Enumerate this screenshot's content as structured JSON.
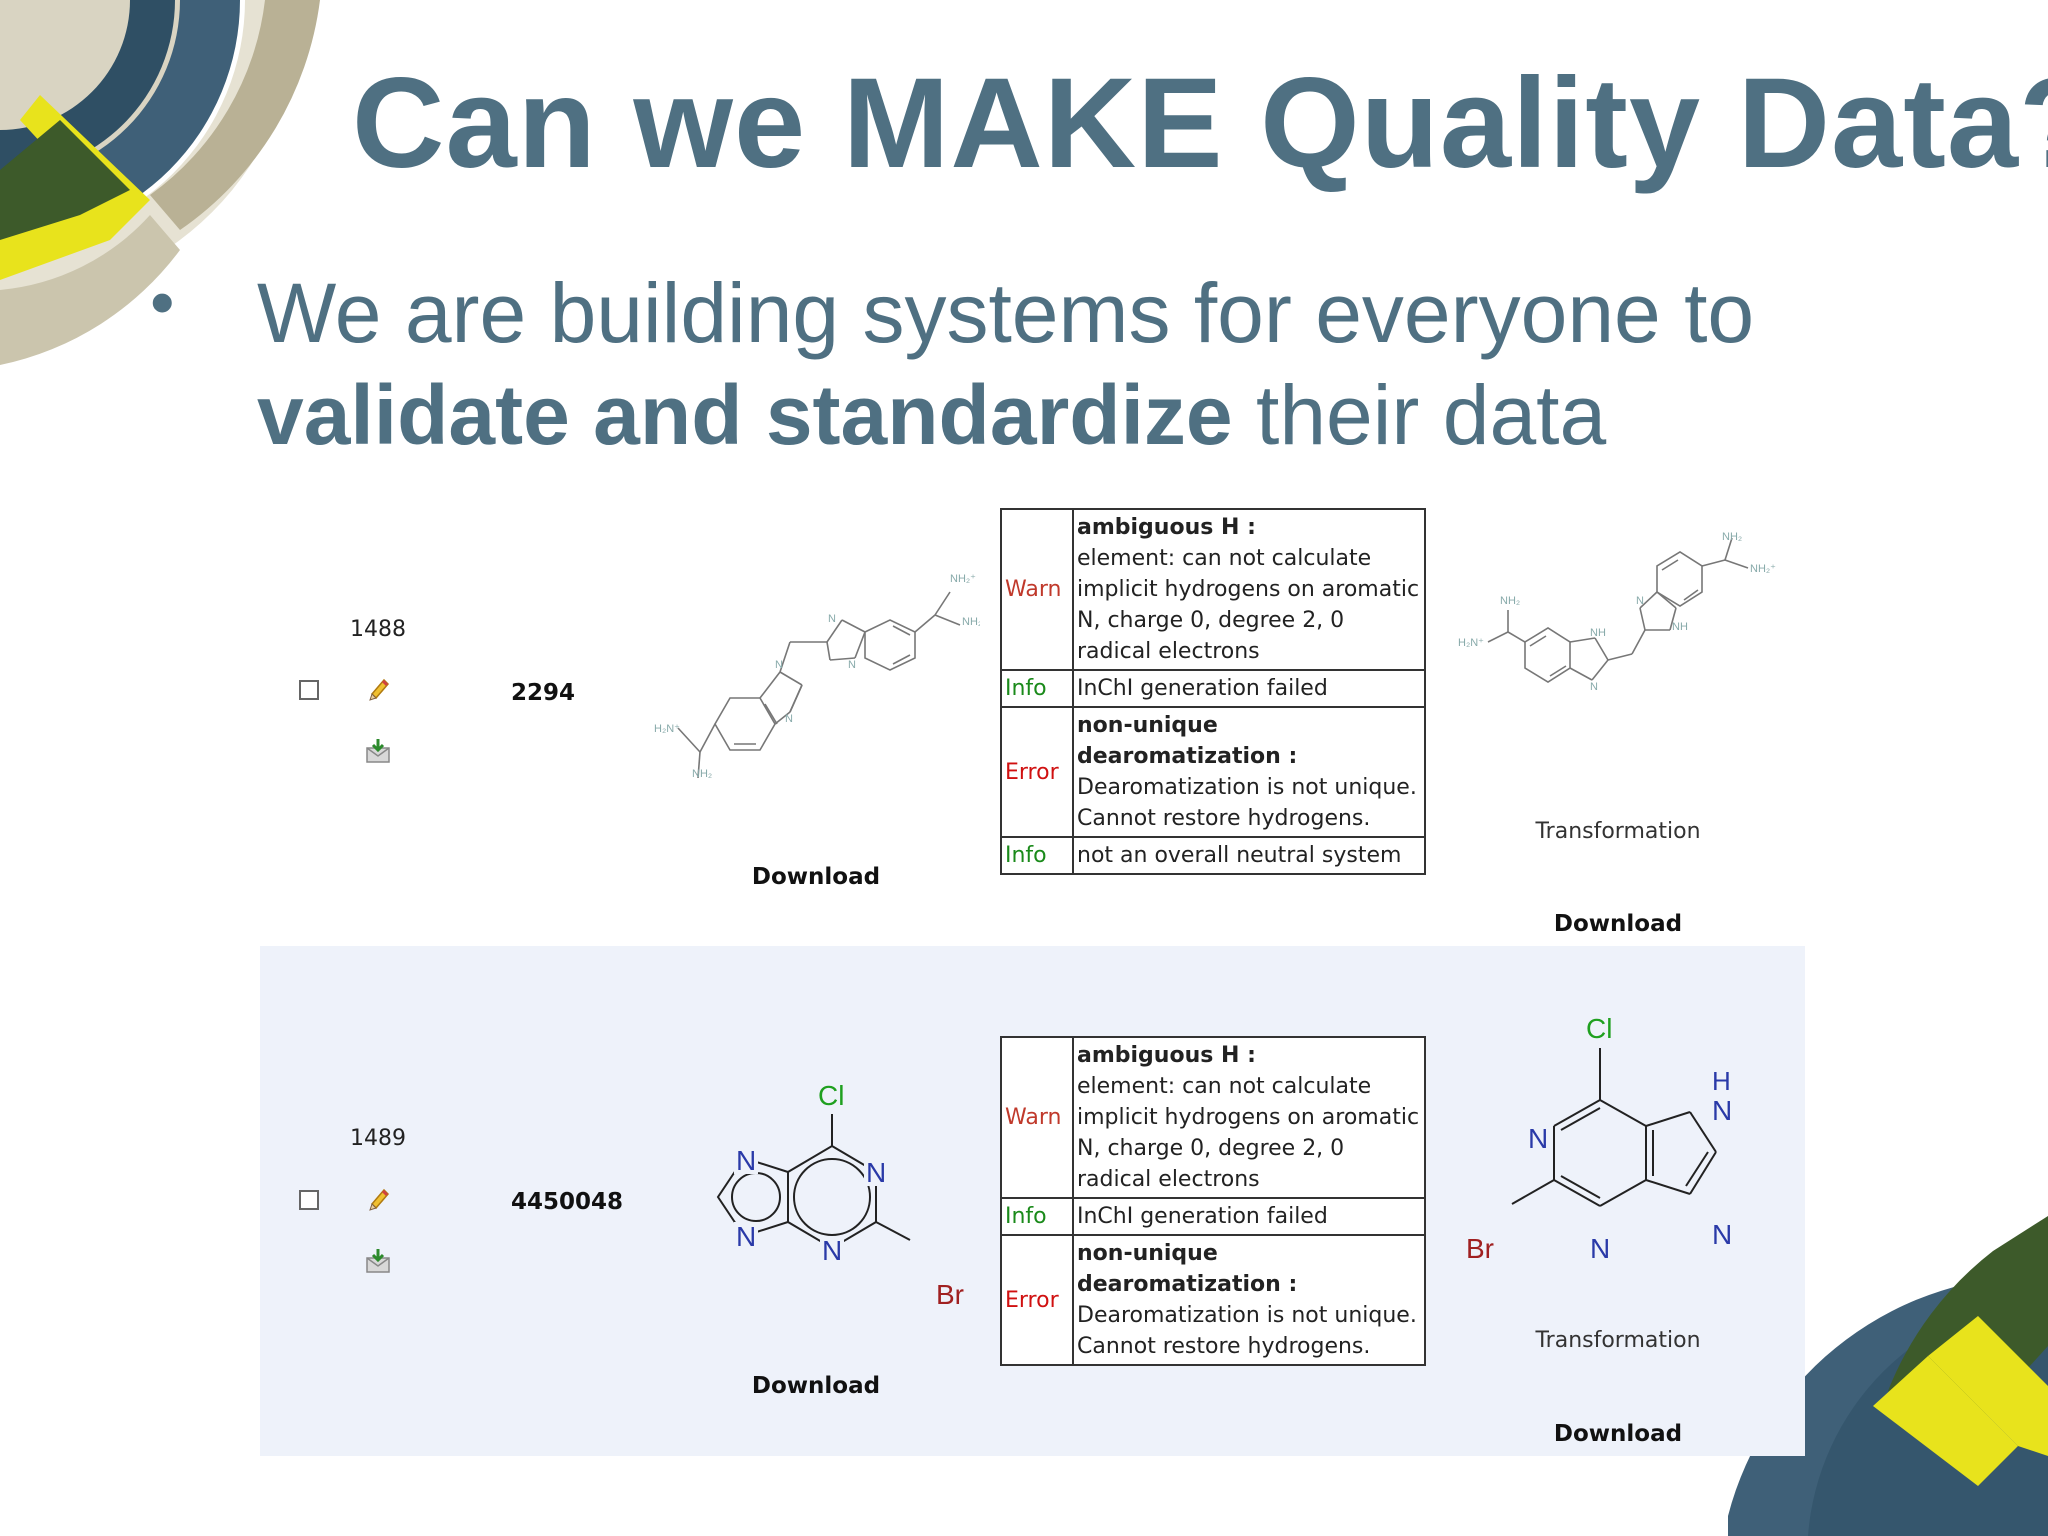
{
  "slide": {
    "title": "Can we MAKE Quality Data?",
    "bullet": {
      "line1": "We are building systems for everyone to",
      "bold": "validate and standardize",
      "rest": " their data"
    }
  },
  "rows": [
    {
      "index": "1488",
      "id": "2294",
      "download_label": "Download",
      "transformation_label": "Transformation",
      "transformation_download_label": "Download",
      "messages": [
        {
          "level": "Warn",
          "title": "ambiguous H :",
          "text": "element: can not calculate implicit hydrogens on aromatic N, charge 0, degree 2, 0 radical electrons"
        },
        {
          "level": "Info",
          "title": "",
          "text": "InChI generation failed"
        },
        {
          "level": "Error",
          "title": "non-unique dearomatization :",
          "text": "Dearomatization is not unique. Cannot restore hydrogens."
        },
        {
          "level": "Info",
          "title": "",
          "text": "not an overall neutral system"
        }
      ]
    },
    {
      "index": "1489",
      "id": "4450048",
      "download_label": "Download",
      "transformation_label": "Transformation",
      "transformation_download_label": "Download",
      "messages": [
        {
          "level": "Warn",
          "title": "ambiguous H :",
          "text": "element: can not calculate implicit hydrogens on aromatic N, charge 0, degree 2, 0 radical electrons"
        },
        {
          "level": "Info",
          "title": "",
          "text": "InChI generation failed"
        },
        {
          "level": "Error",
          "title": "non-unique dearomatization :",
          "text": "Dearomatization is not unique. Cannot restore hydrogens."
        }
      ]
    }
  ],
  "molecules": {
    "row2_original": {
      "cl": "Cl",
      "br": "Br",
      "n": "N"
    },
    "row2_transformed": {
      "cl": "Cl",
      "br": "Br",
      "n": "N",
      "h": "H"
    },
    "row1_labels": {
      "nh2plus": "NH₂⁺",
      "nh2": "NH₂",
      "h2nplus": "H₂N⁺",
      "nh": "NH",
      "n": "N",
      "h": "H"
    }
  },
  "colors": {
    "title": "#4f7082",
    "deco_blue": "#3f6078",
    "deco_green": "#3d5a2a",
    "deco_yellow": "#e8e31c",
    "deco_tan": "#b9b195",
    "warn": "#c0392b",
    "info": "#1a8a1a",
    "error": "#d01010"
  }
}
